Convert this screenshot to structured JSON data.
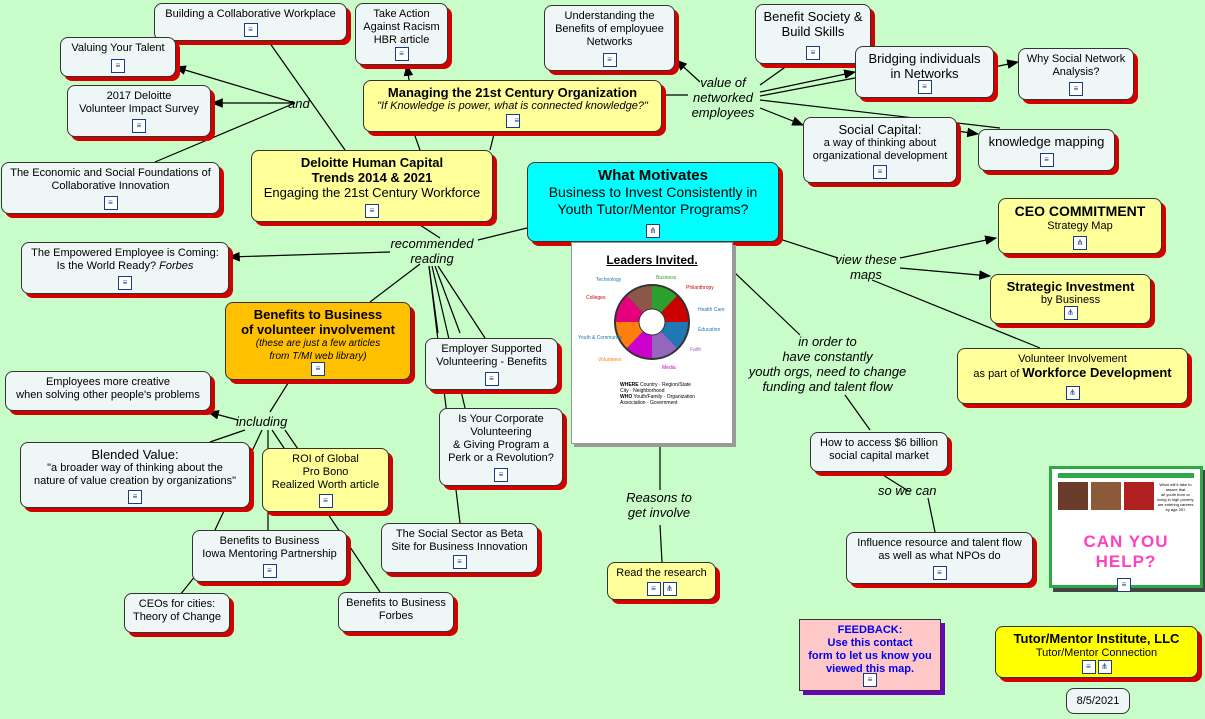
{
  "nodes": {
    "building": "Building a Collaborative Workplace",
    "take_action": [
      "Take Action",
      "Against Racism",
      "HBR article"
    ],
    "understanding": [
      "Understanding the",
      "Benefits of employuee",
      "Networks"
    ],
    "benefit_society": [
      "Benefit Society &",
      "Build Skills"
    ],
    "valuing": "Valuing Your Talent",
    "bridging": [
      "Bridging individuals",
      "in Networks"
    ],
    "why_sna": [
      "Why Social Network",
      "Analysis?"
    ],
    "managing_title": "Managing the 21st Century Organization",
    "managing_sub": "\"If Knowledge is power, what is connected knowledge?\"",
    "volunteer_survey": [
      "2017 Deloitte",
      "Volunteer Impact Survey"
    ],
    "social_capital": [
      "Social Capital:",
      "a way of thinking about",
      "organizational development"
    ],
    "knowledge_mapping": "knowledge mapping",
    "econ": [
      "The Economic and Social Foundations of",
      "Collaborative Innovation"
    ],
    "deloitte_title": [
      "Deloitte Human Capital",
      "Trends 2014 & 2021"
    ],
    "deloitte_sub": "Engaging the 21st Century Workforce",
    "main_title": "What Motivates",
    "main_sub": [
      "Business to Invest Consistently in",
      "Youth Tutor/Mentor Programs?"
    ],
    "ceo_title": "CEO COMMITMENT",
    "ceo_sub": "Strategy Map",
    "empowered": "The Empowered Employee is Coming:",
    "empowered2": "Is the World Ready?",
    "empowered_pub": "Forbes",
    "strategic_title": "Strategic Investment",
    "strategic_sub": "by Business",
    "benefits_title": [
      "Benefits to Business",
      "of volunteer involvement"
    ],
    "benefits_sub": [
      "(these are just a few articles",
      "from T/MI web library)"
    ],
    "employer_supported": [
      "Employer Supported",
      "Volunteering - Benefits"
    ],
    "vol_involvement": "Volunteer Involvement",
    "vol_as_part": "as part of",
    "vol_workforce": "Workforce Development",
    "creative": [
      "Employees more creative",
      "when solving other people's problems"
    ],
    "corporate": [
      "Is Your Corporate",
      "Volunteering",
      "& Giving Program a",
      "Perk or a Revolution?"
    ],
    "blended_title": "Blended Value:",
    "blended_sub": [
      "\"a broader way of thinking about the",
      "nature of value creation by organizations\""
    ],
    "roi": [
      "ROI of Global",
      "Pro Bono",
      "Realized Worth article"
    ],
    "access": [
      "How to access $6 billion",
      "social capital market"
    ],
    "iowa": [
      "Benefits to Business",
      "Iowa Mentoring Partnership"
    ],
    "social_sector": [
      "The Social Sector as Beta",
      "Site for Business Innovation"
    ],
    "influence": [
      "Influence resource and talent flow",
      "as well as what NPOs do"
    ],
    "ceos_cities": [
      "CEOs for cities:",
      "Theory of Change"
    ],
    "forbes": [
      "Benefits to Business",
      "Forbes"
    ],
    "read_research": "Read the research",
    "feedback": [
      "FEEDBACK:",
      "Use this contact",
      "form to let us know you",
      "viewed this map."
    ],
    "tmi_title": "Tutor/Mentor Institute, LLC",
    "tmi_sub": "Tutor/Mentor Connection",
    "date": "8/5/2021"
  },
  "labels": {
    "and": "and",
    "value_networked": [
      "value of",
      "networked",
      "employees"
    ],
    "recommended": [
      "recommended",
      "reading"
    ],
    "view_maps": [
      "view these",
      "maps"
    ],
    "in_order": [
      "in order to",
      "have constantly",
      "youth orgs, need to change",
      "funding and talent flow"
    ],
    "including": "including",
    "so_we_can": "so we can",
    "reasons": [
      "Reasons to",
      "get involve"
    ]
  },
  "image_leaders": {
    "title": "Leaders Invited.",
    "sectors": [
      "Technology",
      "Business",
      "Philanthropy",
      "Health Care",
      "Education",
      "Faith",
      "Media",
      "Youth & Community",
      "Volunteers",
      "Colleges"
    ],
    "where_label": "WHERE",
    "where_items": [
      "Country",
      "Region/State",
      "City",
      "Neighborhood"
    ],
    "who_label": "WHO",
    "who_items": [
      "Youth/Family",
      "Organization",
      "Association",
      "Government"
    ]
  },
  "image_thumb": {
    "question": [
      "What will it take to assure that",
      "all youth born or living in high poverty",
      "are entering careers by age 25?"
    ],
    "banner": "CAN YOU HELP?"
  },
  "icon_names": [
    "document-icon",
    "map-icon"
  ],
  "colors": {
    "background": "#c8fcc8",
    "shadow_red": "#d40000",
    "cyan": "#00ffff",
    "yellow": "#ffff99",
    "orange": "#ffc000",
    "feedback_pink": "#ffc8c8"
  }
}
